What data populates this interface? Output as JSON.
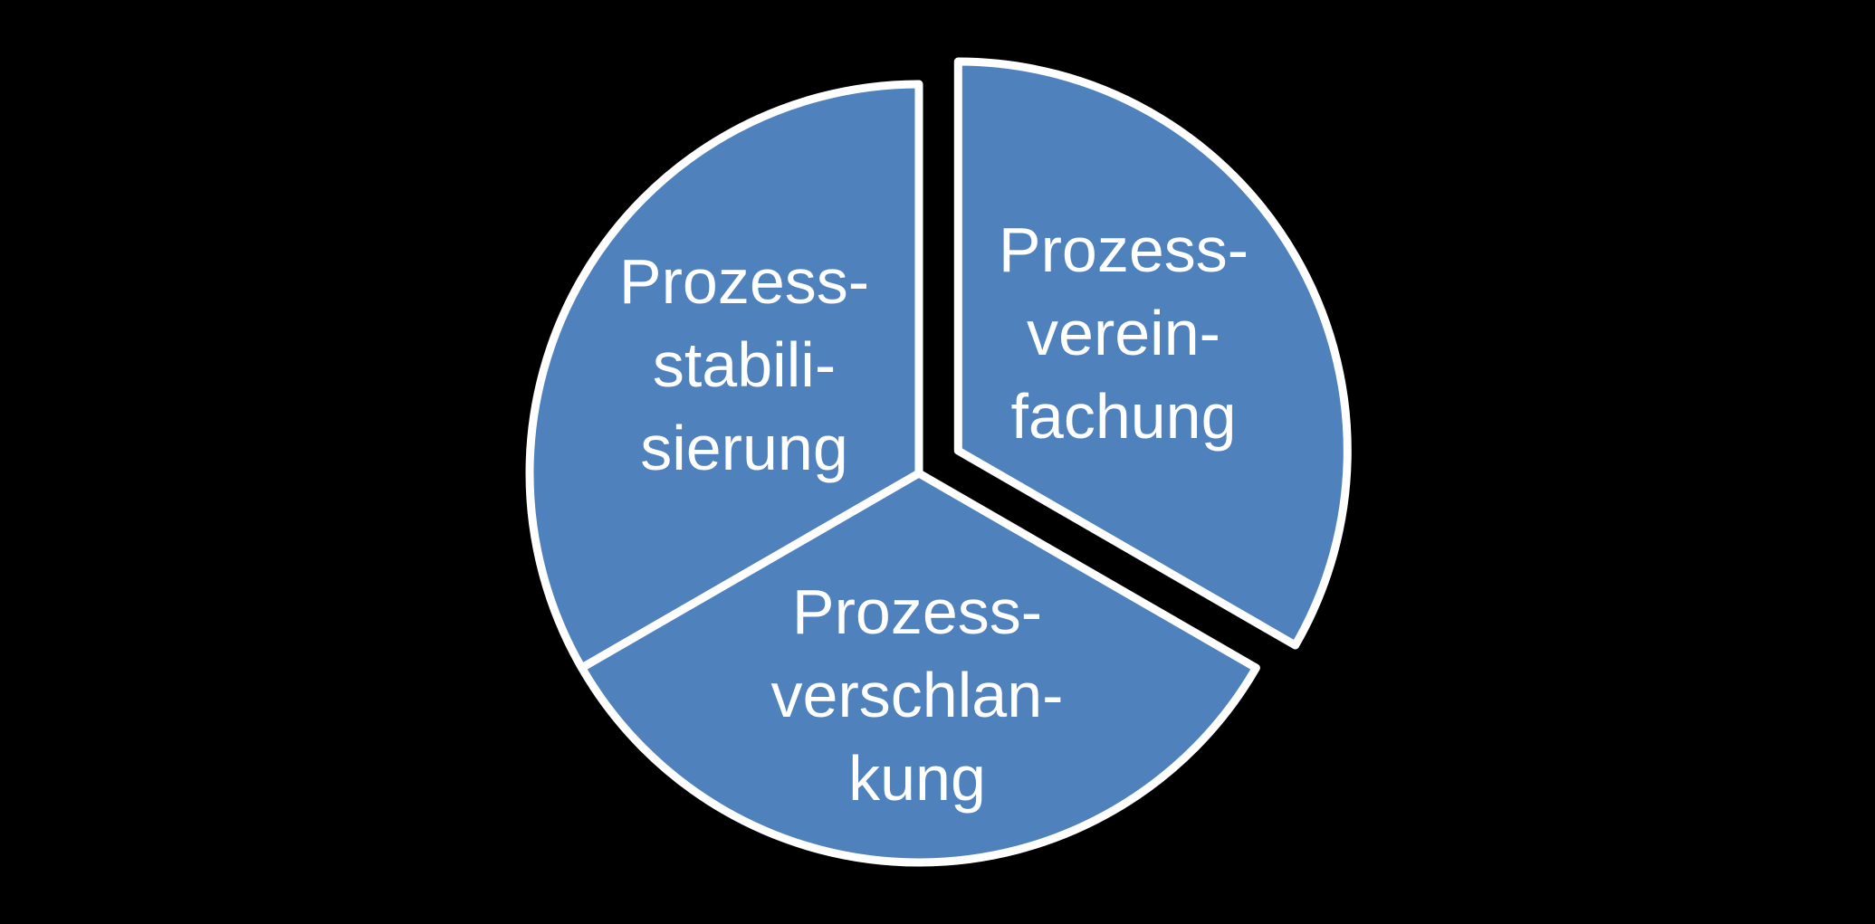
{
  "diagram": {
    "type": "exploded-pie-diagram",
    "colors": {
      "background": "#000000",
      "segment_fill": "#4f81bd",
      "segment_stroke": "#ffffff",
      "label_text": "#ffffff"
    },
    "segments": [
      {
        "id": "prozess-stabilisierung",
        "full_label": "Prozess-stabili-sierung",
        "lines": [
          "Prozess-",
          "stabili-",
          "sierung"
        ],
        "position": "left",
        "exploded": false
      },
      {
        "id": "prozess-vereinfachung",
        "full_label": "Prozess-verein-fachung",
        "lines": [
          "Prozess-",
          "verein-",
          "fachung"
        ],
        "position": "top-right",
        "exploded": true
      },
      {
        "id": "prozess-verschlankung",
        "full_label": "Prozess-verschlan-kung",
        "lines": [
          "Prozess-",
          "verschlan-",
          "kung"
        ],
        "position": "bottom",
        "exploded": false
      }
    ]
  },
  "chart_data": {
    "type": "pie",
    "categories": [
      "Prozessstabilisierung",
      "Prozessvereinfachung",
      "Prozessverschlankung"
    ],
    "values": [
      1,
      1,
      1
    ],
    "title": "",
    "legend_position": "none",
    "notes": "three equal 120-degree segments; top-right segment exploded outward"
  }
}
